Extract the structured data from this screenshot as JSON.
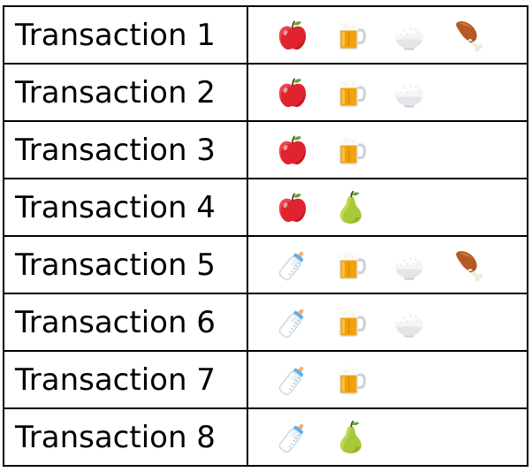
{
  "transactions": [
    {
      "label": "Transaction 1",
      "items": [
        "apple-icon",
        "beer-mug-icon",
        "rice-bowl-icon",
        "chicken-leg-icon"
      ]
    },
    {
      "label": "Transaction 2",
      "items": [
        "apple-icon",
        "beer-mug-icon",
        "rice-bowl-icon"
      ]
    },
    {
      "label": "Transaction 3",
      "items": [
        "apple-icon",
        "beer-mug-icon"
      ]
    },
    {
      "label": "Transaction 4",
      "items": [
        "apple-icon",
        "pear-icon"
      ]
    },
    {
      "label": "Transaction 5",
      "items": [
        "baby-bottle-icon",
        "beer-mug-icon",
        "rice-bowl-icon",
        "chicken-leg-icon"
      ]
    },
    {
      "label": "Transaction 6",
      "items": [
        "baby-bottle-icon",
        "beer-mug-icon",
        "rice-bowl-icon"
      ]
    },
    {
      "label": "Transaction 7",
      "items": [
        "baby-bottle-icon",
        "beer-mug-icon"
      ]
    },
    {
      "label": "Transaction 8",
      "items": [
        "baby-bottle-icon",
        "pear-icon"
      ]
    }
  ]
}
